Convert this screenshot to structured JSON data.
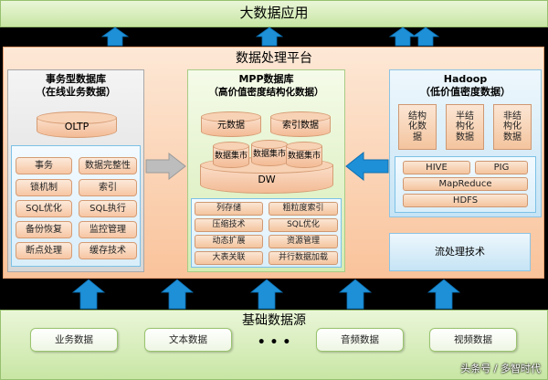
{
  "top_band": {
    "title": "大数据应用"
  },
  "platform": {
    "title": "数据处理平台",
    "left": {
      "title_line1": "事务型数据库",
      "title_line2": "（在线业务数据）",
      "oltp": "OLTP",
      "features": [
        "事务",
        "数据完整性",
        "锁机制",
        "索引",
        "SQL优化",
        "SQL执行",
        "备份恢复",
        "监控管理",
        "断点处理",
        "缓存技术"
      ]
    },
    "middle": {
      "title_line1": "MPP数据库",
      "title_line2": "（高价值密度结构化数据）",
      "metadata": "元数据",
      "index_data": "索引数据",
      "mart1": "数据集市",
      "mart2": "数据集市",
      "mart3": "数据集市",
      "dw": "DW",
      "features": [
        "列存储",
        "粗粒度索引",
        "压缩技术",
        "SQL优化",
        "动态扩展",
        "资源管理",
        "大表关联",
        "并行数据加载"
      ]
    },
    "right": {
      "title_line1": "Hadoop",
      "title_line2": "（低价值密度数据）",
      "data_types": [
        "结构化数据",
        "半结构化数据",
        "非结构化数据"
      ],
      "hive": "HIVE",
      "pig": "PIG",
      "mapreduce": "MapReduce",
      "hdfs": "HDFS"
    },
    "stream": "流处理技术"
  },
  "bottom_band": {
    "title": "基础数据源",
    "sources": [
      "业务数据",
      "文本数据",
      "• • •",
      "音频数据",
      "视频数据"
    ]
  },
  "watermark": "头条号 / 多智时代",
  "colors": {
    "arrow_blue": "#1e90d8",
    "arrow_gray": "#bdbdbd",
    "green_band": "#c8e6a4",
    "platform_orange": "#f9c39b"
  }
}
